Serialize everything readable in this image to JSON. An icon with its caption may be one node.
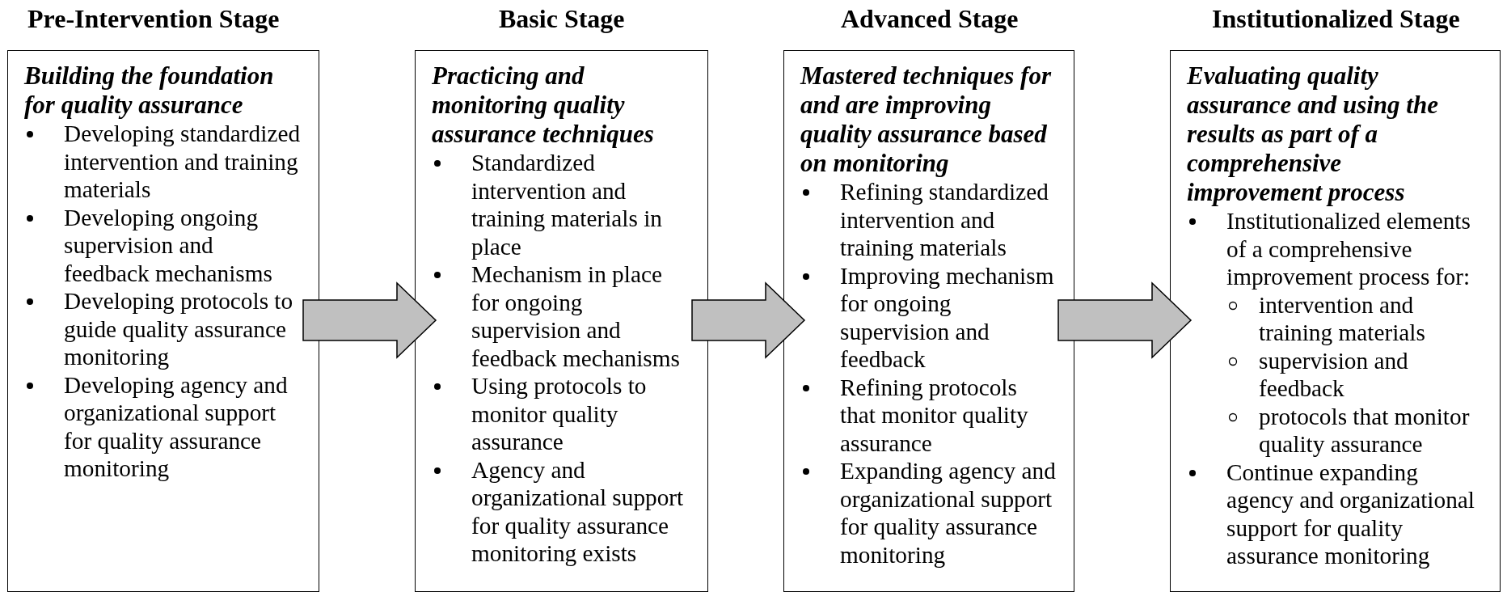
{
  "diagram": {
    "nodes": [
      {
        "text": [
          "Pre-Intervention Stage",
          "Building the foundation for quality assurance",
          "Developing standardized intervention and training materials",
          "Developing ongoing supervision and feedback mechanisms",
          "Developing protocols to guide quality assurance monitoring",
          "Developing agency and organizational support for quality assurance monitoring"
        ]
      },
      {
        "text": [
          "Basic Stage",
          "Practicing and monitoring quality assurance techniques",
          "Standardized intervention and training materials in place",
          "Mechanism in place for ongoing supervision and feedback mechanisms",
          "Using protocols to monitor quality assurance",
          "Agency and organizational support for quality assurance monitoring exists"
        ]
      },
      {
        "text": [
          "Advanced Stage",
          "Mastered techniques for and are improving quality assurance based on monitoring",
          "Refining standardized intervention and training materials",
          "Improving mechanism for ongoing supervision and feedback",
          "Refining protocols that monitor quality assurance",
          "Expanding agency and organizational support for quality assurance monitoring"
        ]
      },
      {
        "text": [
          "Institutionalized Stage",
          "Evaluating quality assurance and using the results as part of a comprehensive improvement process",
          "Institutionalized elements of a comprehensive improvement process for:",
          "intervention and training materials",
          "supervision and feedback",
          "protocols that monitor quality assurance",
          "Continue expanding agency and organizational support for quality assurance monitoring"
        ]
      }
    ],
    "edges": [
      {
        "from": 0,
        "to": 1,
        "arrow": "to"
      },
      {
        "from": 1,
        "to": 2,
        "arrow": "to"
      },
      {
        "from": 2,
        "to": 3,
        "arrow": "to"
      }
    ]
  }
}
